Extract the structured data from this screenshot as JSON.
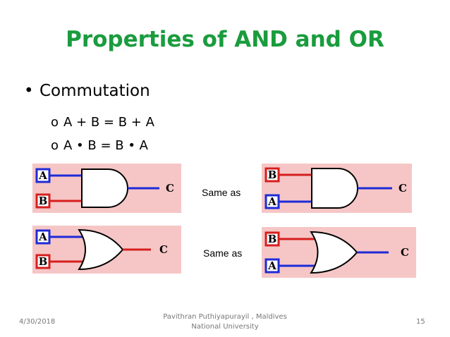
{
  "slide": {
    "title": "Properties of AND and OR",
    "bullet": "Commutation",
    "sub_items": [
      {
        "marker": "o",
        "text": "A + B = B + A"
      },
      {
        "marker": "o",
        "text": "A • B = B • A"
      }
    ],
    "same_as_1": "Same as",
    "same_as_2": "Same as"
  },
  "diagrams": {
    "and_left": {
      "input_top": "A",
      "input_bottom": "B",
      "output": "C"
    },
    "and_right": {
      "input_top": "B",
      "input_bottom": "A",
      "output": "C"
    },
    "or_left": {
      "input_top": "A",
      "input_bottom": "B",
      "output": "C"
    },
    "or_right": {
      "input_top": "B",
      "input_bottom": "A",
      "output": "C"
    }
  },
  "colors": {
    "title": "#1a9c3e",
    "panel": "#f6c6c6",
    "wire_a": "#1e2bd6",
    "wire_b": "#d61e1e",
    "output_wire": "#1e2bd6"
  },
  "footer": {
    "date": "4/30/2018",
    "author_line1": "Pavithran Puthiyapurayil , Maldives",
    "author_line2": "National University",
    "page": "15"
  }
}
